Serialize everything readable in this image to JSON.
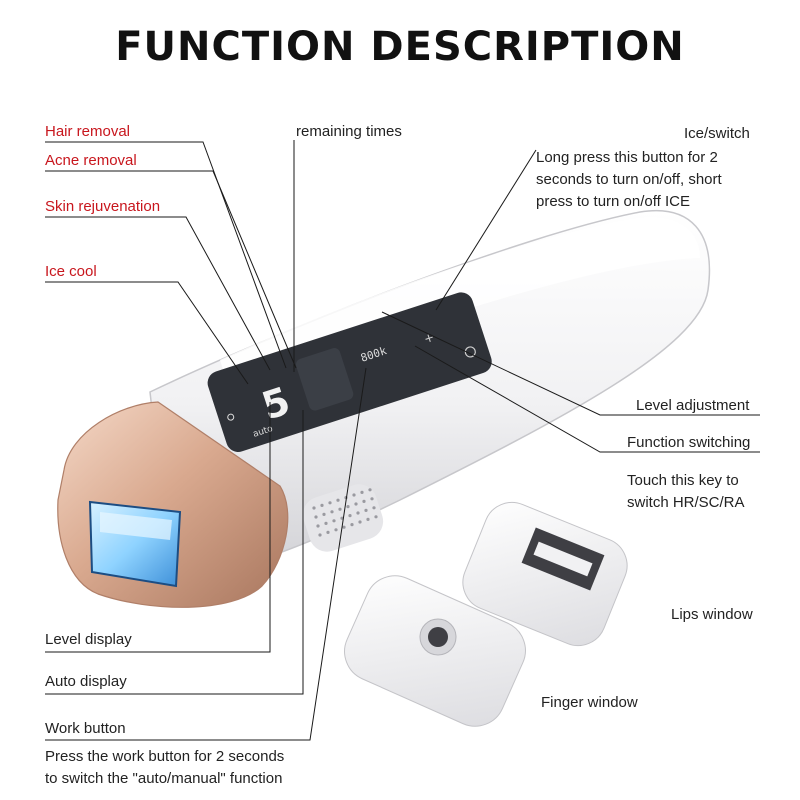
{
  "title": "FUNCTION DESCRIPTION",
  "colors": {
    "label_red": "#c8161d",
    "label_text": "#222222",
    "leader_line": "#1a1a1a",
    "device_body": "#f2f2f4",
    "panel": "#35383e",
    "rose_gold": "#d9a98f",
    "light_window": "#8fd3ff"
  },
  "labels": {
    "hair_removal": "Hair removal",
    "acne_removal": "Acne removal",
    "skin_rejuvenation": "Skin rejuvenation",
    "ice_cool": "Ice cool",
    "remaining_times": "remaining times",
    "ice_switch": "Ice/switch",
    "level_adjustment": "Level adjustment",
    "function_switching": "Function switching",
    "lips_window": "Lips window",
    "finger_window": "Finger window",
    "level_display": "Level display",
    "auto_display": "Auto display",
    "work_button": "Work button"
  },
  "descriptions": {
    "ice_switch": [
      "Long press this button for 2",
      "seconds to turn on/off, short",
      "press to turn on/off ICE"
    ],
    "function_switching": [
      "Touch this key to",
      "switch HR/SC/RA"
    ],
    "work_button": [
      "Press the work button for 2 seconds",
      "to switch the \"auto/manual\" function"
    ]
  },
  "display": {
    "level": "5",
    "auto": "auto",
    "counter": "800k"
  },
  "icons": {
    "ice": "snowflake-icon",
    "plus": "plus-icon",
    "power": "power-icon"
  }
}
